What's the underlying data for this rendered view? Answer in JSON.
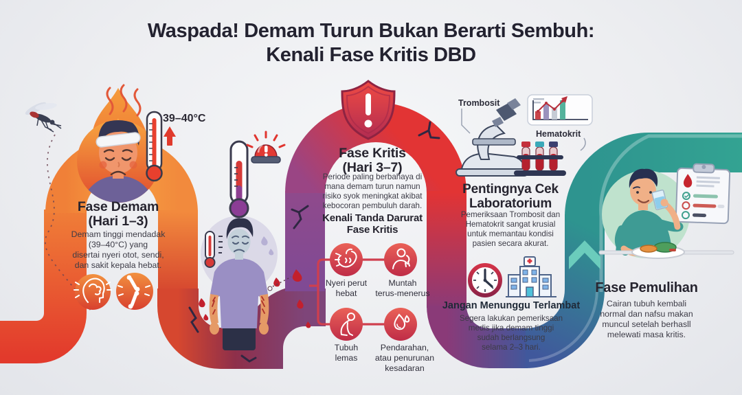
{
  "title": {
    "line1": "Waspada! Demam Turun Bukan Berarti Sembuh:",
    "line2": "Kenali Fase Kritis DBD"
  },
  "fase_demam": {
    "temp_label": "39–40°C",
    "heading_line1": "Fase Demam",
    "heading_line2": "(Hari 1–3)",
    "body_lines": [
      "Demam tinggi mendadak",
      "(39–40°C) yang",
      "disertai nyeri otot, sendi,",
      "dan sakit kepala hebat."
    ],
    "icons": [
      "headache-icon",
      "joint-pain-icon"
    ]
  },
  "fase_kritis": {
    "heading_line1": "Fase Kritis",
    "heading_line2": "(Hari 3–7)",
    "body_lines": [
      "Periode paling berbahaya di",
      "mana demam turun namun",
      "risiko syok meningkat akibat",
      "kebocoran pembuluh darah."
    ],
    "tanda_heading_line1": "Kenali Tanda Darurat",
    "tanda_heading_line2": "Fase Kritis",
    "symptoms": [
      {
        "label": "Nyeri perut hebat",
        "icon": "stomach-icon",
        "lines": [
          "Nyeri perut",
          "hebat"
        ]
      },
      {
        "label": "Muntah terus-menerus",
        "icon": "vomiting-icon",
        "lines": [
          "Muntah",
          "terus-menerus"
        ]
      },
      {
        "label": "Tubuh lemas",
        "icon": "weak-body-icon",
        "lines": [
          "Tubuh",
          "lemas"
        ]
      },
      {
        "label": "Pendarahan, atau penurunan kesadaran",
        "icon": "blood-drop-icon",
        "lines": [
          "Pendarahan,",
          "atau penurunan",
          "kesadaran"
        ]
      }
    ]
  },
  "laboratorium": {
    "label_trombosit": "Trombosit",
    "label_hematokrit": "Hematokrit",
    "heading_line1": "Pentingnya Cek",
    "heading_line2": "Laboratorium",
    "body_lines": [
      "Pemeriksaan Trombosit dan",
      "Hematokrit sangat krusial",
      "untuk memantau kondisi",
      "pasien secara akurat."
    ],
    "warning_heading": "Jangan Menunggu Terlambat",
    "warning_body_lines": [
      "Segera lakukan pemeriksaan",
      "medis jika demam tinggi",
      "sudah berlangsung",
      "selama 2–3 hari."
    ]
  },
  "fase_pemulihan": {
    "heading": "Fase Pemulihan",
    "body_lines": [
      "Cairan tubuh kembali",
      "normal dan nafsu makan",
      "muncul setelah berhasll",
      "melewati masa kritis."
    ]
  },
  "colors": {
    "path_orange": "#F2823A",
    "path_red": "#E03A2C",
    "path_maroon": "#8E2F4A",
    "path_purple": "#7D4FA0",
    "path_blue": "#40589C",
    "path_teal": "#2E948F",
    "alert_red": "#E0352F",
    "heading_text": "#232230",
    "body_text": "#3C3B46"
  }
}
